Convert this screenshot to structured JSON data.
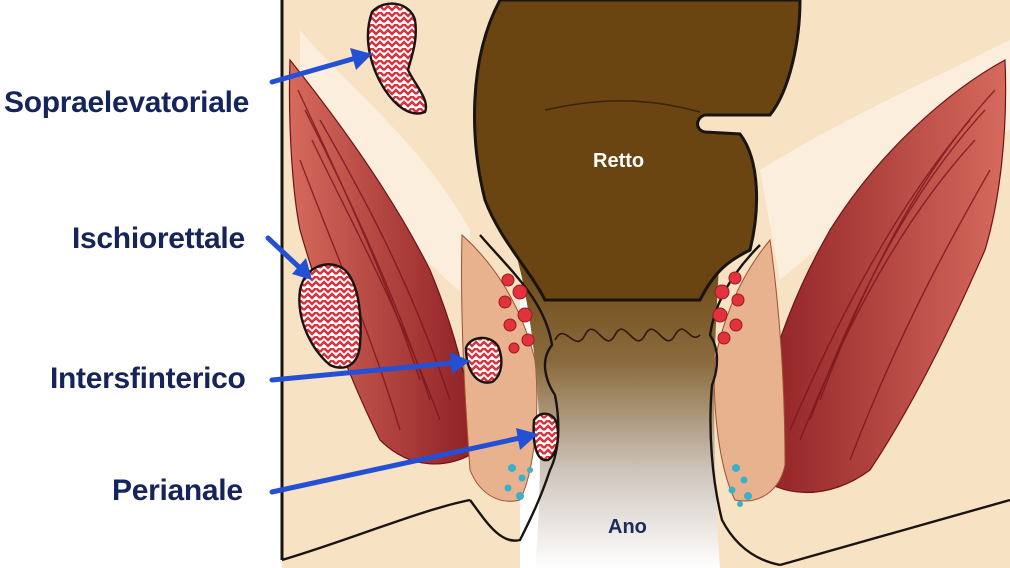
{
  "colors": {
    "skin": "#f7e2c3",
    "skin_edge": "#1a1411",
    "rectum": "#6a4512",
    "muscle_light": "#c45a4e",
    "muscle_dark": "#8e1f24",
    "abscess": "#d8323c",
    "label_text": "#15245a",
    "arrow": "#2450d6",
    "inner_text": "#ffffff",
    "inner_text_dark": "#1a2a5a",
    "gland_red": "#e2323c",
    "gland_blue": "#3cb0c8"
  },
  "labels": {
    "sopraelevatoriale": "Sopraelevatoriale",
    "ischiorettale": "Ischiorettale",
    "intersfinterico": "Intersfinterico",
    "perianale": "Perianale",
    "retto": "Retto",
    "ano": "Ano"
  },
  "icons": {
    "arrow": "arrow-right-icon",
    "abscess_pattern": "zigzag-pattern"
  }
}
